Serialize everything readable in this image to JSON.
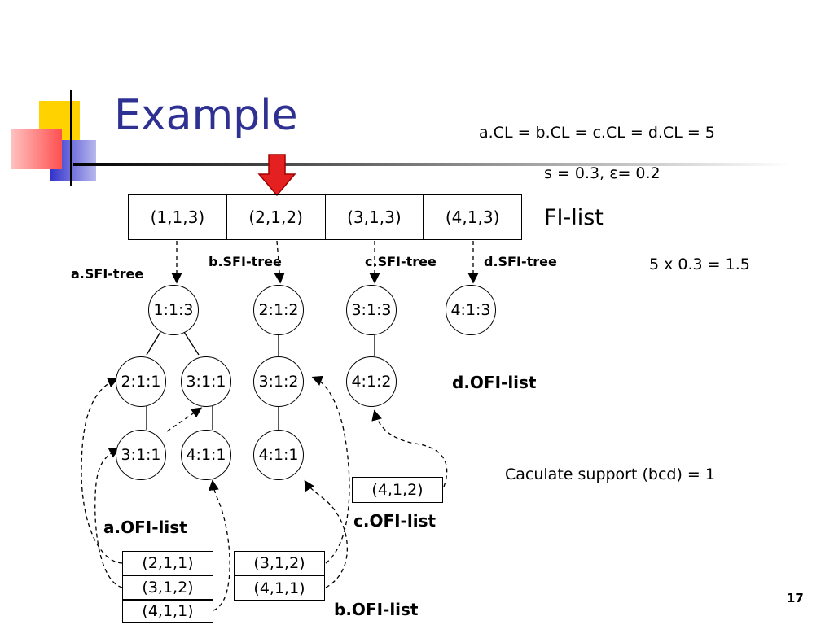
{
  "slide": {
    "title": "Example",
    "page_number": "17",
    "colors": {
      "title": "#2e3192",
      "arrow": "#e52020",
      "yellow": "#ffd200",
      "blue": "#3333cc",
      "red_gradient": "#ff6666"
    }
  },
  "formulas": {
    "cl": "a.CL = b.CL = c.CL = d.CL = 5",
    "params": "s = 0.3, ε= 0.2",
    "calc": "5 x 0.3 = 1.5",
    "support": "Caculate support (bcd) = 1"
  },
  "fi_list": {
    "label": "FI-list",
    "cells": [
      "(1,1,3)",
      "(2,1,2)",
      "(3,1,3)",
      "(4,1,3)"
    ]
  },
  "tree_labels": [
    "a.SFI-tree",
    "b.SFI-tree",
    "c.SFI-tree",
    "d.SFI-tree"
  ],
  "nodes": {
    "a_root": "1:1:3",
    "b_root": "2:1:2",
    "c_root": "3:1:3",
    "d_root": "4:1:3",
    "a_l2_1": "2:1:1",
    "a_l2_2": "3:1:1",
    "b_l2": "3:1:2",
    "c_l2": "4:1:2",
    "a_l3_1": "3:1:1",
    "a_l3_2": "4:1:1",
    "b_l3": "4:1:1"
  },
  "ofi_labels": {
    "a": "a.OFI-list",
    "b": "b.OFI-list",
    "c": "c.OFI-list",
    "d": "d.OFI-list"
  },
  "ofi_lists": {
    "a": [
      "(2,1,1)",
      "(3,1,2)",
      "(4,1,1)"
    ],
    "b": [
      "(3,1,2)",
      "(4,1,1)"
    ],
    "c": [
      "(4,1,2)"
    ]
  }
}
